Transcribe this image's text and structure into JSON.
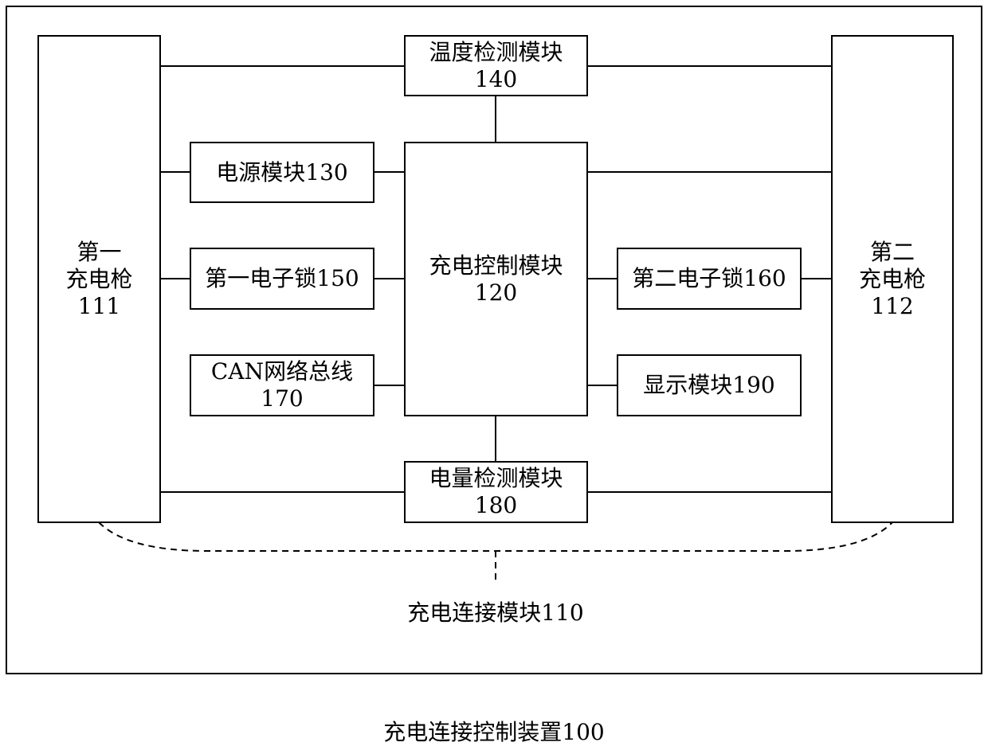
{
  "device_label": "充电连接控制装置100",
  "connection_module_label": "充电连接模块110",
  "blocks": {
    "gun1": {
      "line1": "第一",
      "line2": "充电枪",
      "line3": "111"
    },
    "gun2": {
      "line1": "第二",
      "line2": "充电枪",
      "line3": "112"
    },
    "temp": {
      "line1": "温度检测模块",
      "line2": "140"
    },
    "power": {
      "line1": "电源模块130"
    },
    "lock1": {
      "line1": "第一电子锁150"
    },
    "can": {
      "line1": "CAN网络总线",
      "line2": "170"
    },
    "control": {
      "line1": "充电控制模块",
      "line2": "120"
    },
    "lock2": {
      "line1": "第二电子锁160"
    },
    "display": {
      "line1": "显示模块190"
    },
    "energy": {
      "line1": "电量检测模块",
      "line2": "180"
    }
  }
}
